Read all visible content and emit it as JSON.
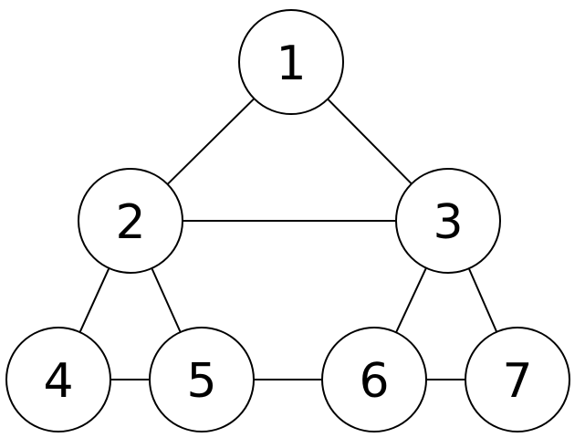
{
  "graph": {
    "nodes": [
      "1",
      "2",
      "3",
      "4",
      "5",
      "6",
      "7"
    ],
    "edges": [
      [
        "1",
        "2"
      ],
      [
        "1",
        "3"
      ],
      [
        "2",
        "3"
      ],
      [
        "2",
        "4"
      ],
      [
        "2",
        "5"
      ],
      [
        "3",
        "6"
      ],
      [
        "3",
        "7"
      ],
      [
        "4",
        "5"
      ],
      [
        "5",
        "6"
      ],
      [
        "6",
        "7"
      ]
    ]
  }
}
